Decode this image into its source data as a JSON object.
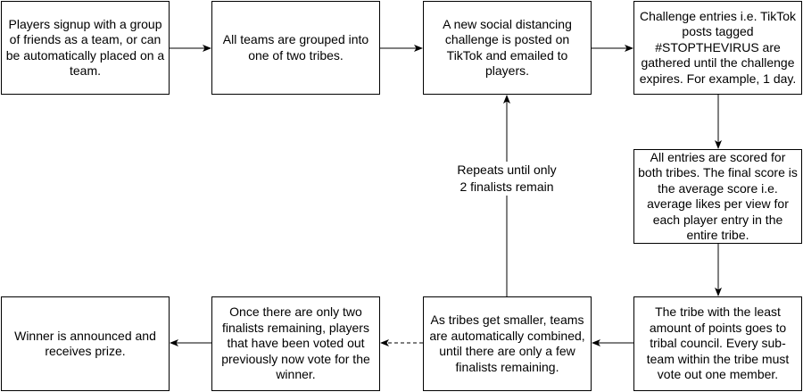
{
  "nodes": {
    "signup": "Players signup with a group of friends as a team, or can be automatically placed on a team.",
    "tribes": "All teams are grouped into one of two tribes.",
    "challenge": "A new social distancing challenge is posted on TikTok and emailed to players.",
    "entries": "Challenge entries i.e. TikTok posts tagged #STOPTHEVIRUS are gathered until the challenge expires. For example, 1 day.",
    "scoring": "All entries are scored for both tribes. The final score is the average score i.e. average likes per view for each player entry in the entire tribe.",
    "council": "The tribe with the least amount of points goes to tribal council. Every sub-team within the tribe must vote out one member.",
    "combine": "As tribes get smaller, teams are automatically combined, until there are only a few finalists remaining.",
    "finalists": "Once there are only two finalists remaining, players that have been voted out previously now vote for the winner.",
    "winner": "Winner is announced and receives prize."
  },
  "edges": {
    "repeat_label_line1": "Repeats until only",
    "repeat_label_line2": "2 finalists remain"
  }
}
